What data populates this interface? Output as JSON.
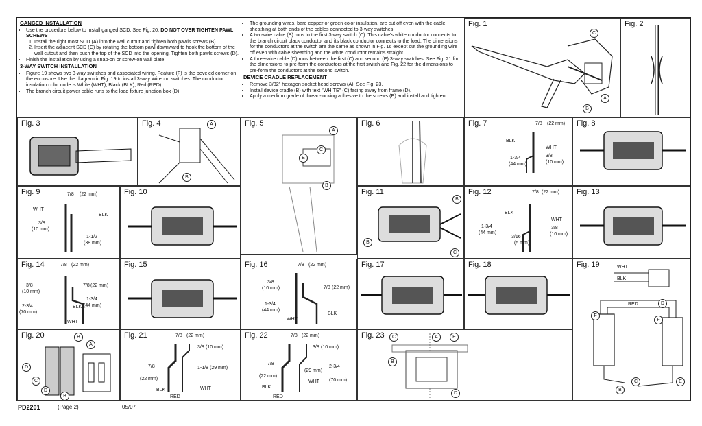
{
  "instructions": {
    "ganged": {
      "heading": "GANGED INSTALLATION",
      "bullet1": "Use the procedure below to install ganged SCD. See Fig. 20.",
      "bullet1_bold": "DO NOT OVER TIGHTEN PAWL SCREWS",
      "steps": [
        "Install the right most SCD (A) into the wall cutout and tighten both pawls screws (B).",
        "Insert the adjacent SCD (C) by rotating the bottom pawl downward to hook the bottom of the wall cutout and then push the top of the SCD into the opening. Tighten both pawls screws (D)."
      ],
      "bullet2": "Finish the installation by using a snap-on or screw-on wall plate."
    },
    "threeway": {
      "heading": "3-WAY SWITCH INSTALLATION",
      "bullets": [
        "Figure 19 shows two 3-way switches and associated wiring. Feature (F) is the beveled corner on the enclosure. Use the diagram in Fig. 19 to install 3-way Wirecon switches. The conductor insulation color code is White (WHT), Black (BLK), Red (RED).",
        "The branch circuit power cable runs to the load fixture junction box (D)."
      ]
    },
    "col2": {
      "bullets": [
        "The grounding wires, bare copper or green color insulation, are cut off even with the cable sheathing at both ends of the cables connected to 3-way switches.",
        "A two-wire cable (B) runs to the first 3-way switch (C). This cable's white conductor connects to the branch circuit black conductor and its black conductor connects to the load. The dimensions for the conductors at the switch are the same as shown in Fig. 16 except cut the grounding wire off even with cable sheathing and the white conductor remains straight.",
        "A three-wire cable (D) runs between the first (C) and second (E) 3-way switches. See Fig. 21 for the dimensions to pre-form the conductors at the first switch and Fig. 22 for the dimensions to pre-form the conductors at the second switch."
      ],
      "cradle_heading": "DEVICE CRADLE REPLACEMENT",
      "cradle_bullets": [
        "Remove 3/32\" hexagon socket head screws (A). See Fig. 23.",
        "Install device cradle (B) with text \"WHITE\" (C) facing away from frame (D).",
        "Apply a medium grade of thread-locking adhesive to the screws (E) and install and tighten."
      ]
    }
  },
  "figures": {
    "f1": "Fig. 1",
    "f2": "Fig. 2",
    "f3": "Fig. 3",
    "f4": "Fig. 4",
    "f5": "Fig. 5",
    "f6": "Fig. 6",
    "f7": "Fig. 7",
    "f8": "Fig. 8",
    "f9": "Fig. 9",
    "f10": "Fig. 10",
    "f11": "Fig. 11",
    "f12": "Fig. 12",
    "f13": "Fig. 13",
    "f14": "Fig. 14",
    "f15": "Fig. 15",
    "f16": "Fig. 16",
    "f17": "Fig. 17",
    "f18": "Fig. 18",
    "f19": "Fig. 19",
    "f20": "Fig. 20",
    "f21": "Fig. 21",
    "f22": "Fig. 22",
    "f23": "Fig. 23"
  },
  "dims": {
    "d22": "(22 mm)",
    "d10": "(10 mm)",
    "d38": "(38 mm)",
    "d44": "(44 mm)",
    "d5": "(5 mm)",
    "d70": "(70 mm)",
    "d29": "(29 mm)",
    "seven8": "7/8",
    "three8": "3/8",
    "one12": "1-1/2",
    "one34": "1-3/4",
    "two34": "2-3/4",
    "three16": "3/16",
    "one18": "1-1/8"
  },
  "wires": {
    "wht": "WHT",
    "blk": "BLK",
    "red": "RED"
  },
  "callouts": {
    "a": "A",
    "b": "B",
    "c": "C",
    "d": "D",
    "e": "E",
    "f": "F"
  },
  "footer": {
    "model": "PD2201",
    "page": "(Page 2)",
    "date": "05/07"
  }
}
